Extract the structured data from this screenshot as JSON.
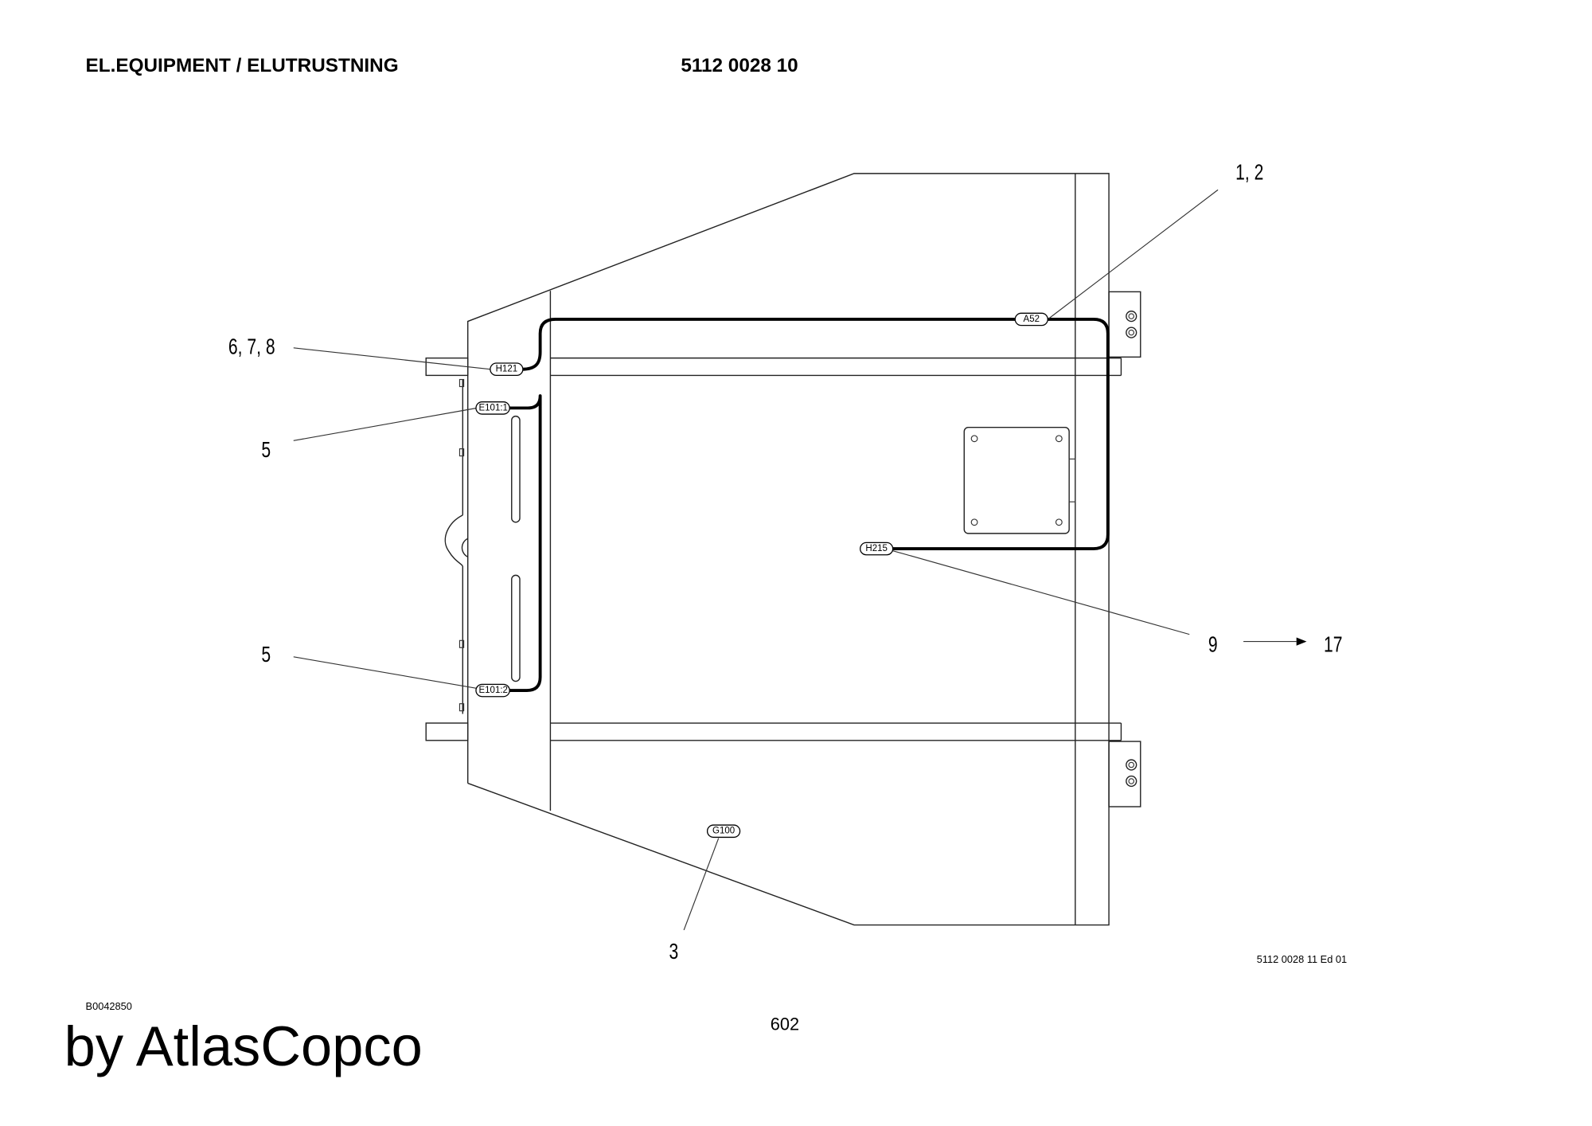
{
  "header": {
    "title": "EL.EQUIPMENT / ELUTRUSTNING",
    "part_number": "5112 0028 10"
  },
  "drawing": {
    "component_tags": {
      "h121": "H121",
      "e101_1": "E101:1",
      "e101_2": "E101:2",
      "a52": "A52",
      "h215": "H215",
      "g100": "G100"
    },
    "callouts": {
      "c678": "6, 7, 8",
      "c5_upper": "5",
      "c5_lower": "5",
      "c12": "1, 2",
      "c9": "9",
      "c17": "17",
      "c3": "3"
    },
    "drawing_ref": "5112 0028 11 Ed 01"
  },
  "footer": {
    "doc_code": "B0042850",
    "page_number": "602",
    "brand": "by AtlasCopco"
  }
}
